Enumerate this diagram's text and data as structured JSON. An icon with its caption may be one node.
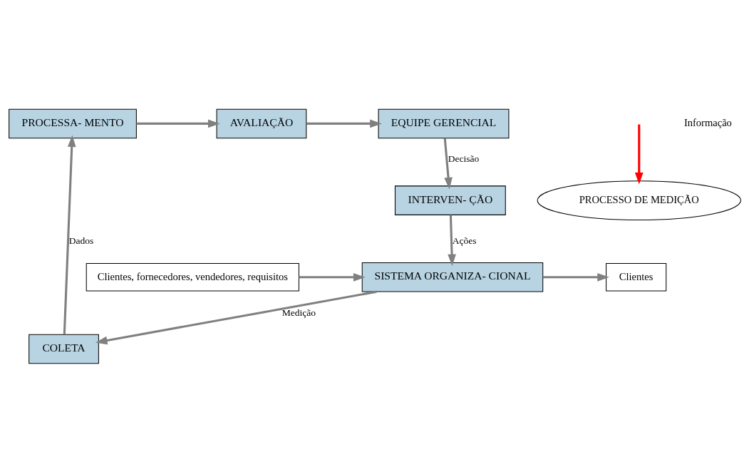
{
  "diagram": {
    "nodes": [
      {
        "text": [
          "EQUIPE GERENCIAL"
        ]
      },
      {
        "text": [
          "AVALIAÇÃO"
        ]
      },
      {
        "text": [
          "PROCESSA- MENTO"
        ]
      },
      {
        "text": [
          "INTERVEN- ÇÃO"
        ]
      },
      {
        "text": [
          "PROCESSO DE MEDIÇÃO"
        ]
      },
      {
        "text": [
          "COLETA"
        ]
      },
      {
        "text": [
          "Clientes, fornecedores, vendedores, requisitos"
        ]
      },
      {
        "text": [
          "SISTEMA ORGANIZA- CIONAL"
        ]
      },
      {
        "text": [
          "Clientes"
        ]
      }
    ],
    "edges": [
      {
        "from": 2,
        "to": 1,
        "arrow": "to"
      },
      {
        "from": 1,
        "to": 0,
        "arrow": "to"
      },
      {
        "from": 0,
        "to": 3,
        "arrow": "to",
        "label": "Decisão"
      },
      {
        "from": 3,
        "to": 7,
        "arrow": "to",
        "label": "Ações"
      },
      {
        "from": 7,
        "to": 5,
        "arrow": "to",
        "label": "Medição"
      },
      {
        "from": 5,
        "to": 2,
        "arrow": "to",
        "label": "Dados"
      },
      {
        "from": 6,
        "to": 7,
        "arrow": "to"
      },
      {
        "from": 7,
        "to": 8,
        "arrow": "to"
      },
      {
        "from": null,
        "to": 4,
        "arrow": "to",
        "color": "#ff0000"
      }
    ],
    "labels": [
      "Informação"
    ]
  }
}
